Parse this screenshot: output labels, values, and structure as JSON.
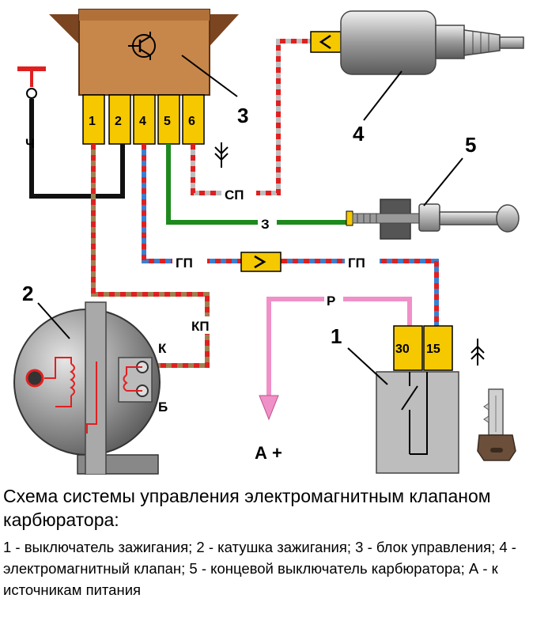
{
  "components": {
    "control_unit": {
      "number": "3",
      "pins": [
        "1",
        "2",
        "4",
        "5",
        "6"
      ]
    },
    "solenoid_valve": {
      "number": "4"
    },
    "carb_switch": {
      "number": "5"
    },
    "ignition_coil": {
      "number": "2",
      "terminal_k": "К",
      "terminal_b": "Б"
    },
    "ignition_switch": {
      "number": "1",
      "terminals": [
        "30",
        "15"
      ]
    }
  },
  "wires": {
    "ch": "Ч",
    "sp": "СП",
    "z": "З",
    "gp_left": "ГП",
    "gp_right": "ГП",
    "kp": "КП",
    "r": "Р"
  },
  "power": {
    "label": "А +"
  },
  "caption": {
    "title": "Схема системы управления электромагнитным клапаном карбюратора:",
    "body": "1 - выключатель зажигания; 2 - катушка зажигания; 3 - блок управления; 4 - электромагнитный клапан; 5 - концевой выключатель карбюратора; А - к источникам питания"
  },
  "colors": {
    "red": "#e02020",
    "blue": "#3a7fd0",
    "green": "#1e8a1e",
    "grey": "#bdbdbd",
    "brown": "#a08050",
    "pink": "#f090c8",
    "yellow": "#f5c800",
    "unit_body": "#c8874a"
  }
}
